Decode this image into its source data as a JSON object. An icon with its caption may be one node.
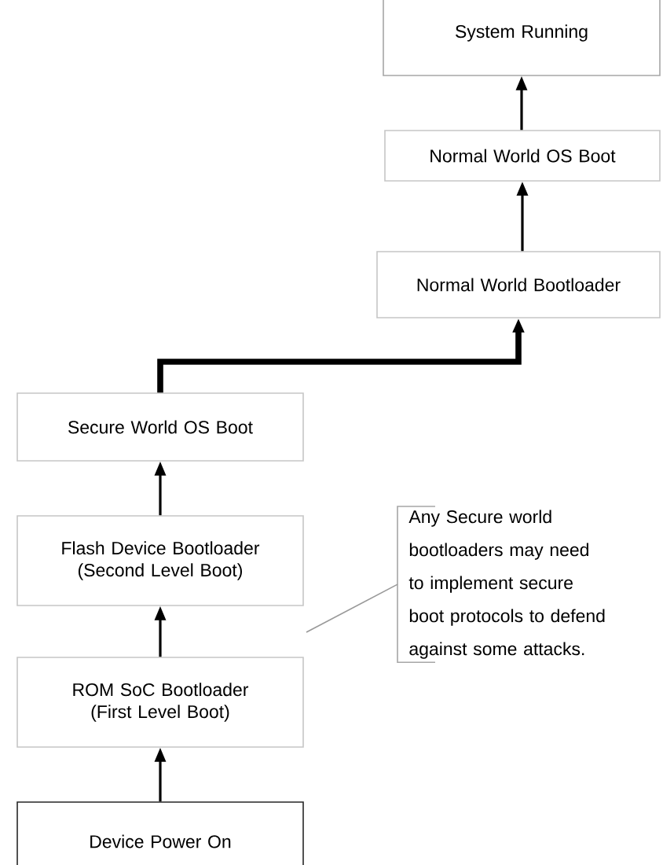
{
  "diagram": {
    "nodes": [
      {
        "text": [
          "System Running"
        ]
      },
      {
        "text": [
          "Normal World OS Boot"
        ]
      },
      {
        "text": [
          "Normal World Bootloader"
        ]
      },
      {
        "text": [
          "Secure World OS Boot"
        ]
      },
      {
        "text": [
          "Flash Device Bootloader (Second Level Boot)"
        ]
      },
      {
        "text": [
          "ROM SoC Bootloader (First Level Boot)"
        ]
      },
      {
        "text": [
          "Device Power On"
        ]
      },
      {
        "text": [
          "Any Secure world bootloaders may need to implement secure boot protocols to defend against some attacks."
        ]
      }
    ],
    "edges": [
      {
        "from": 6,
        "to": 5,
        "arrow": "to"
      },
      {
        "from": 5,
        "to": 4,
        "arrow": "to"
      },
      {
        "from": 4,
        "to": 3,
        "arrow": "to"
      },
      {
        "from": 3,
        "to": 2,
        "arrow": "to",
        "style": "thick"
      },
      {
        "from": 2,
        "to": 1,
        "arrow": "to"
      },
      {
        "from": 1,
        "to": 0,
        "arrow": "to"
      },
      {
        "from": 7,
        "to": null,
        "arrow": "none",
        "color": "#999999"
      }
    ]
  }
}
